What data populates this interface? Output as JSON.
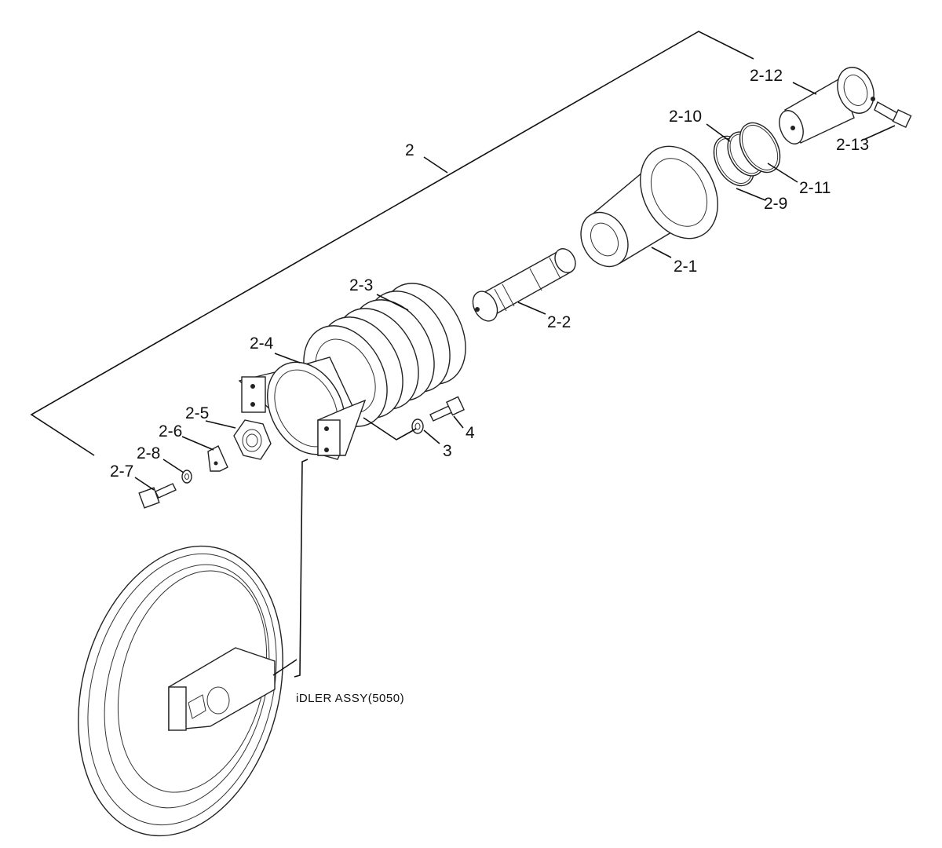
{
  "diagram": {
    "labels": {
      "l2": "2",
      "l2_1": "2-1",
      "l2_2": "2-2",
      "l2_3": "2-3",
      "l2_4": "2-4",
      "l2_5": "2-5",
      "l2_6": "2-6",
      "l2_7": "2-7",
      "l2_8": "2-8",
      "l2_9": "2-9",
      "l2_10": "2-10",
      "l2_11": "2-11",
      "l2_12": "2-12",
      "l2_13": "2-13",
      "l3": "3",
      "l4": "4"
    },
    "idler_note": "iDLER ASSY(5050)"
  }
}
